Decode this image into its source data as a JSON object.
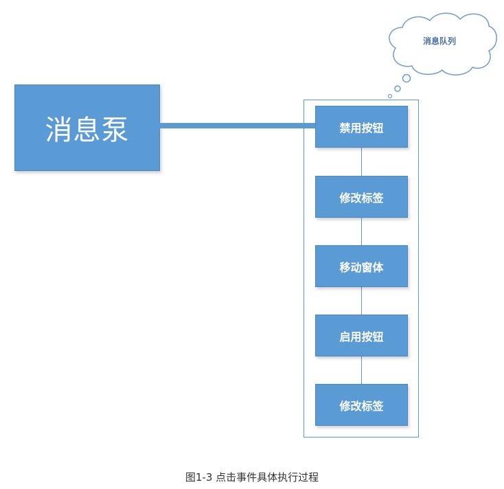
{
  "pump": {
    "label": "消息泵"
  },
  "queue": {
    "label": "消息队列",
    "messages": [
      "禁用按钮",
      "修改标签",
      "移动窗体",
      "启用按钮",
      "修改标签"
    ]
  },
  "caption": "图1-3 点击事件具体执行过程",
  "colors": {
    "box_fill": "#5b9bd5",
    "box_border": "#4a86bf",
    "line": "#5b9bd5",
    "cloud_stroke": "#6f9bd1",
    "text_on_box": "#ffffff"
  }
}
